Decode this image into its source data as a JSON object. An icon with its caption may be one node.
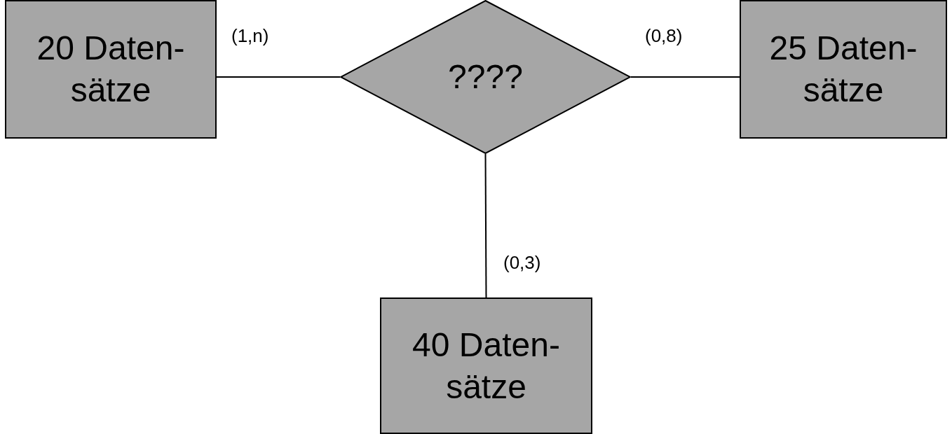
{
  "diagram": {
    "nodes": [
      {
        "text": [
          "20 Daten- sätze"
        ]
      },
      {
        "text": [
          "????"
        ]
      },
      {
        "text": [
          "25 Daten- sätze"
        ]
      },
      {
        "text": [
          "40 Daten- sätze"
        ]
      }
    ],
    "edges": [
      {
        "from": 0,
        "to": 1,
        "arrow": "none",
        "label": "(1,n)"
      },
      {
        "from": 1,
        "to": 2,
        "arrow": "none",
        "label": "(0,8)"
      },
      {
        "from": 1,
        "to": 3,
        "arrow": "none",
        "label": "(0,3)"
      }
    ]
  }
}
